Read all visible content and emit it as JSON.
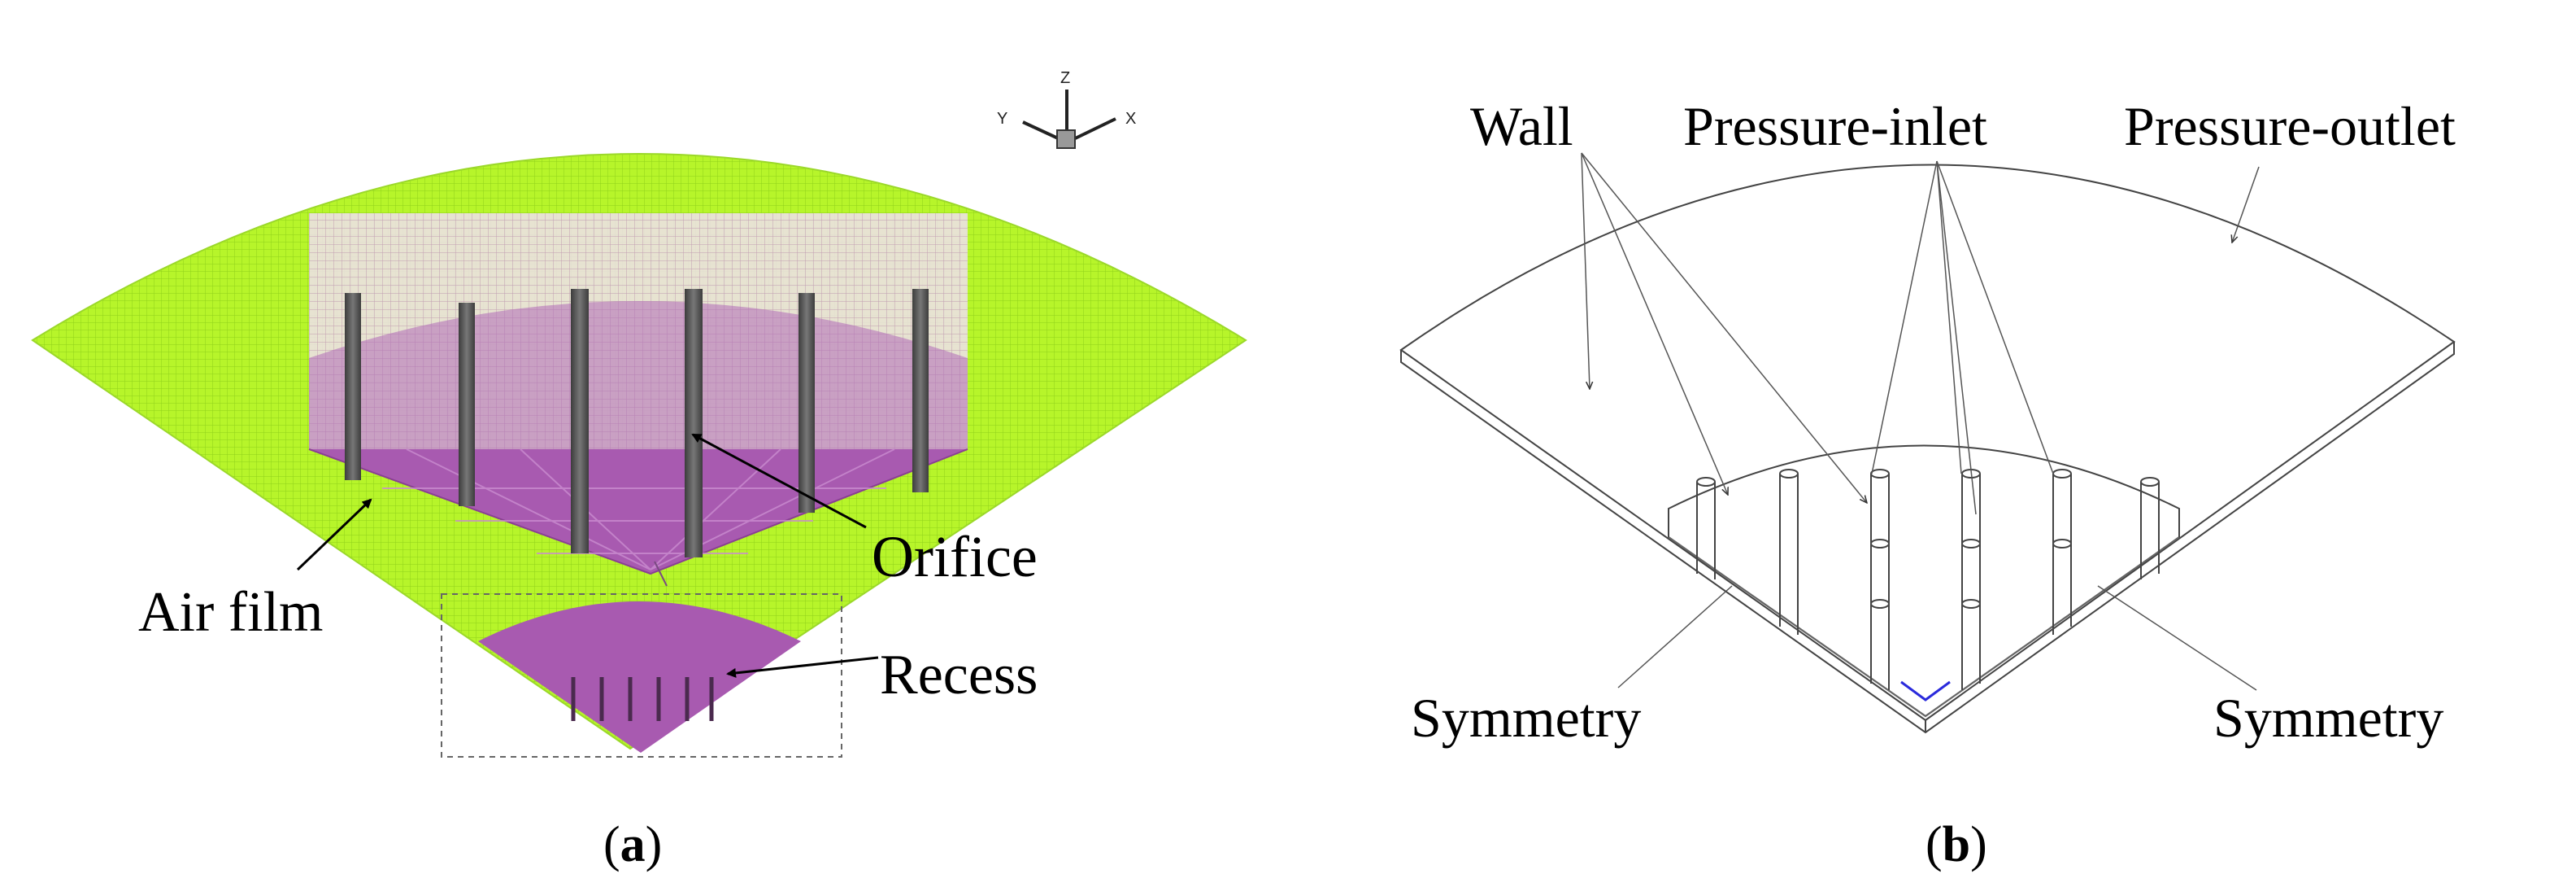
{
  "panel_a": {
    "caption_letter": "a",
    "labels": {
      "air_film": "Air film",
      "orifice": "Orifice",
      "recess": "Recess"
    },
    "triad": {
      "z": "Z",
      "y": "Y",
      "x": "X"
    },
    "colors": {
      "air_film": "#b7f52a",
      "recess": "#a85ab0",
      "mesh": "#c9a0cf",
      "orifice": "#555555"
    }
  },
  "panel_b": {
    "caption_letter": "b",
    "labels": {
      "wall": "Wall",
      "pressure_inlet": "Pressure-inlet",
      "pressure_outlet": "Pressure-outlet",
      "symmetry_left": "Symmetry",
      "symmetry_right": "Symmetry"
    }
  }
}
